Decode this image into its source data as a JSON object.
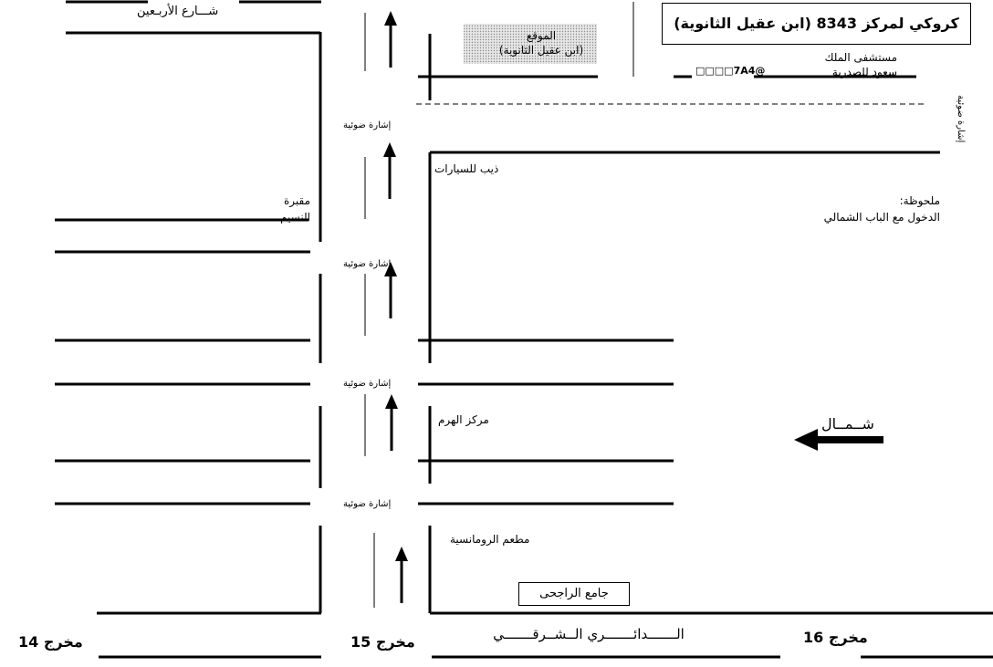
{
  "title_box": {
    "text": "كروكي لمركز 8343 (ابن عقيل الثانوية)"
  },
  "location": {
    "line1": "الموقع",
    "line2": "(ابن عقيل الثانوية)"
  },
  "streets": {
    "arbaeen": "شـــارع الأربـعين",
    "ring": "الـــــــدائـــــــري الــشــرقـــــــي"
  },
  "hospital": {
    "line1": "مستشفى الملك",
    "line2": "سعود للصدرية"
  },
  "phone": "□□□□7A4@",
  "signals": {
    "s1": "إشارة ضوئية",
    "s2": "إشارة ضوئية",
    "s3": "إشارة ضوئية",
    "s4": "إشارة ضوئية",
    "side": "إشارة ضوئية"
  },
  "places": {
    "car_bazaar": "ذيب للسيارات",
    "cemetery_1": "مقبرة",
    "cemetery_2": "النسيم",
    "haram_center": "مركز الهرم",
    "restaurant": "مطعم الرومانسية",
    "mosque": "جامع الراجحى"
  },
  "note": {
    "line1": "ملحوظة:",
    "line2": "الدخول مع الباب الشمالي"
  },
  "north": "شــمــال",
  "exits": {
    "e14": "مخرج 14",
    "e15": "مخرج 15",
    "e16": "مخرج 16"
  },
  "colors": {
    "ink": "#000000",
    "location_fill": "#c8c8c8"
  }
}
